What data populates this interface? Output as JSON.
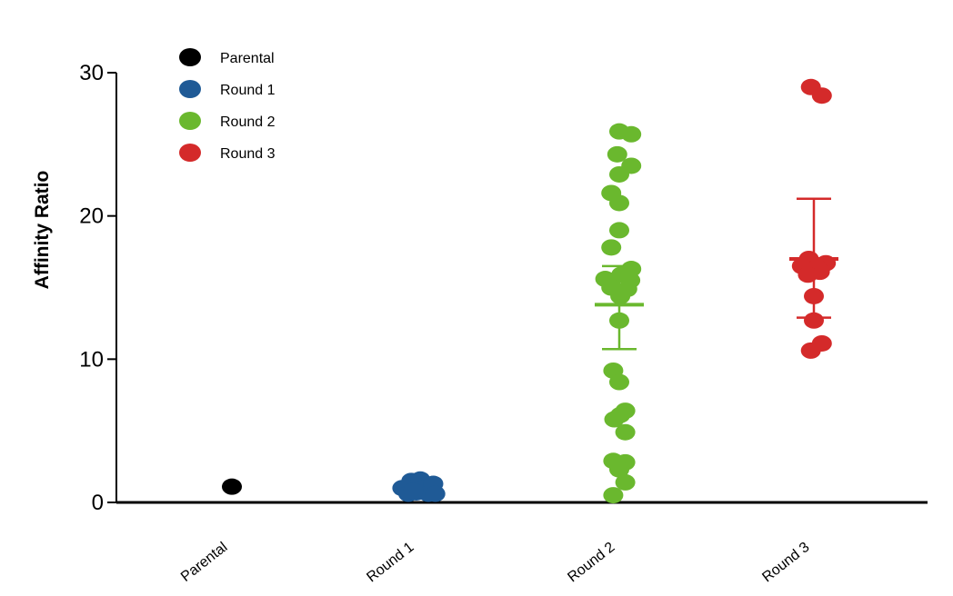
{
  "chart_data": {
    "type": "scatter",
    "title": "",
    "xlabel": "",
    "ylabel": "Affinity Ratio",
    "ylim": [
      0,
      30
    ],
    "yticks": [
      0,
      10,
      20,
      30
    ],
    "grid": false,
    "legend_position": "top-left",
    "categories": [
      "Parental",
      "Round 1",
      "Round 2",
      "Round 3"
    ],
    "series": [
      {
        "name": "Parental",
        "color": "#000000",
        "category": "Parental",
        "values": [
          1.1
        ],
        "jitter": [
          0
        ]
      },
      {
        "name": "Round 1",
        "color": "#1f5a96",
        "category": "Round 1",
        "values": [
          1.0,
          0.6,
          1.5,
          0.7,
          1.6,
          1.0,
          0.6,
          1.3,
          0.6,
          0.8
        ],
        "jitter": [
          -0.16,
          -0.1,
          -0.07,
          -0.02,
          0.02,
          0.06,
          0.1,
          0.15,
          0.17,
          -0.05
        ]
      },
      {
        "name": "Round 2",
        "color": "#6ab82e",
        "category": "Round 2",
        "values": [
          25.9,
          25.7,
          24.3,
          23.5,
          22.9,
          21.6,
          20.9,
          19.0,
          17.8,
          16.3,
          15.9,
          15.6,
          15.5,
          15.0,
          14.9,
          14.4,
          12.7,
          9.2,
          8.4,
          6.4,
          6.1,
          5.8,
          4.9,
          2.9,
          2.8,
          2.3,
          1.4,
          0.5
        ],
        "jitter": [
          0.0,
          0.12,
          -0.02,
          0.12,
          0.0,
          -0.08,
          0.0,
          0.0,
          -0.08,
          0.12,
          0.02,
          -0.14,
          0.11,
          -0.08,
          0.08,
          0.01,
          0.0,
          -0.06,
          0.0,
          0.06,
          0.01,
          -0.05,
          0.06,
          -0.06,
          0.06,
          0.0,
          0.06,
          -0.06
        ]
      },
      {
        "name": "Round 3",
        "color": "#d42a2a",
        "category": "Round 3",
        "values": [
          29.0,
          28.4,
          17.0,
          16.7,
          16.5,
          16.4,
          16.1,
          15.9,
          14.4,
          12.7,
          11.1,
          10.6
        ],
        "jitter": [
          -0.03,
          0.08,
          -0.05,
          0.12,
          -0.12,
          0.03,
          0.06,
          -0.06,
          0.0,
          0.0,
          0.08,
          -0.03
        ]
      }
    ],
    "summary": [
      {
        "category": "Round 2",
        "mean": 13.8,
        "error_low": 10.7,
        "error_high": 16.5,
        "color": "#6ab82e"
      },
      {
        "category": "Round 3",
        "mean": 17.0,
        "error_low": 12.9,
        "error_high": 21.2,
        "color": "#d42a2a"
      }
    ]
  }
}
